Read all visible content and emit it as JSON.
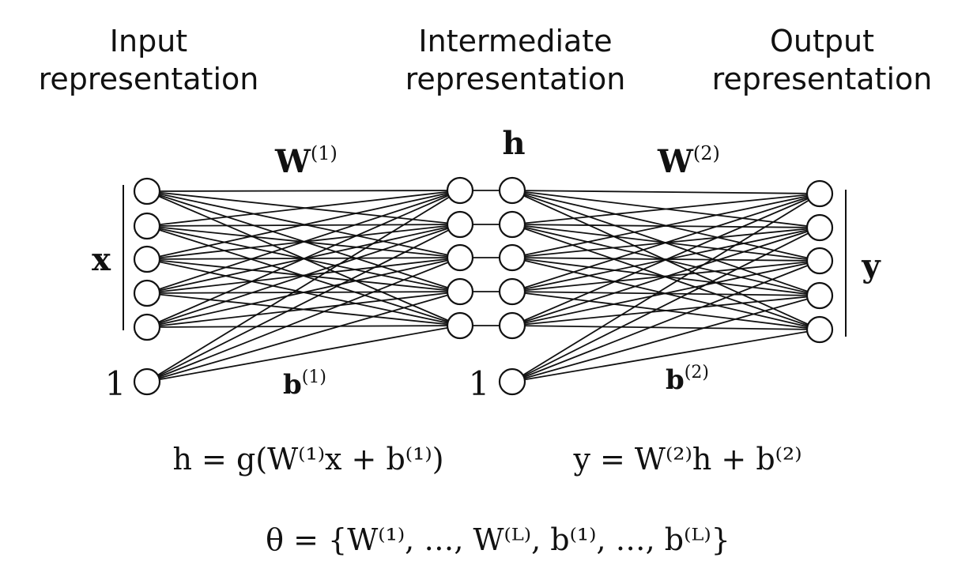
{
  "headers": {
    "input": [
      "Input",
      "representation"
    ],
    "intermediate": [
      "Intermediate",
      "representation"
    ],
    "output": [
      "Output",
      "representation"
    ]
  },
  "labels": {
    "x": "x",
    "h": "h",
    "y": "y",
    "bias_in": "1",
    "bias_hidden": "1",
    "W1": {
      "base": "W",
      "sup": "(1)"
    },
    "W2": {
      "base": "W",
      "sup": "(2)"
    },
    "b1": {
      "base": "b",
      "sup": "(1)"
    },
    "b2": {
      "base": "b",
      "sup": "(2)"
    }
  },
  "equations": {
    "hidden": "h = g(W⁽¹⁾x + b⁽¹⁾)",
    "output": "y = W⁽²⁾h + b⁽²⁾",
    "params": "θ = {W⁽¹⁾, …, W⁽ᴸ⁾, b⁽¹⁾, …, b⁽ᴸ⁾}"
  },
  "network": {
    "input_units": 5,
    "hidden_units": 5,
    "output_units": 5,
    "bias_units": 2
  }
}
